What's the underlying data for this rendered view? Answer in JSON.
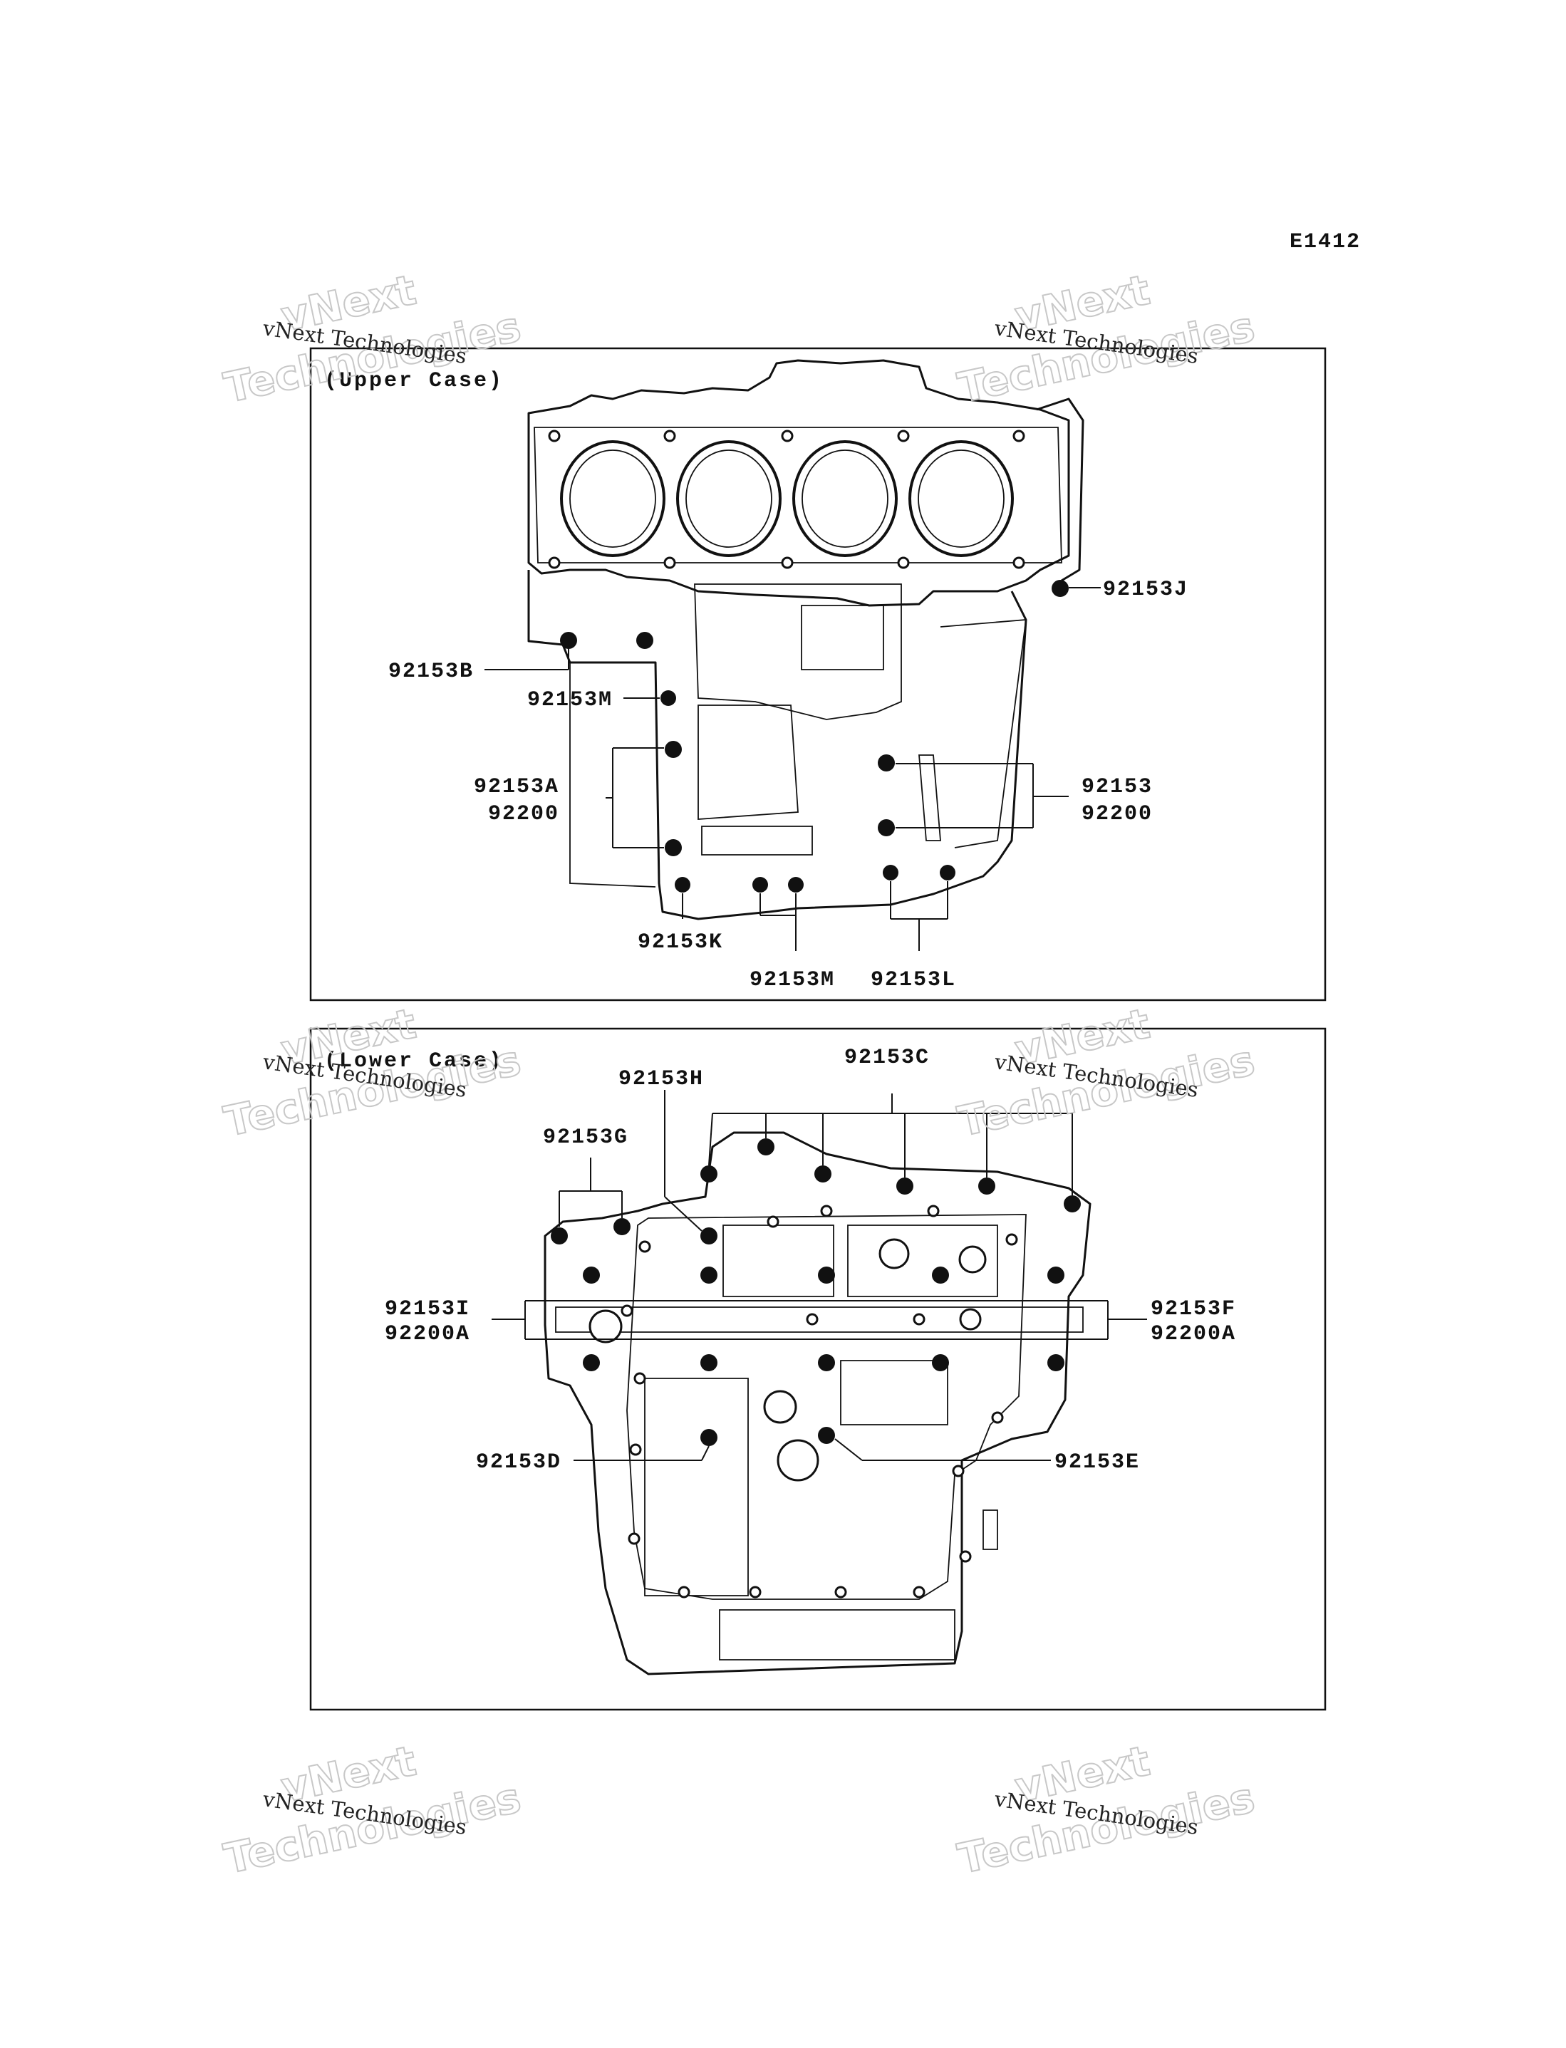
{
  "diagram_code": "E1412",
  "watermark": {
    "line1": "vNext Technologies",
    "big1": "vNext",
    "big2": "Technologies"
  },
  "upper_case": {
    "title": "(Upper Case)",
    "labels": {
      "l_92153J": "92153J",
      "l_92153B": "92153B",
      "l_92153M_a": "92153M",
      "l_92153A": "92153A",
      "l_92200_left": "92200",
      "l_92153": "92153",
      "l_92200_right": "92200",
      "l_92153K": "92153K",
      "l_92153M_b": "92153M",
      "l_92153L": "92153L"
    }
  },
  "lower_case": {
    "title": "(Lower Case)",
    "labels": {
      "l_92153C": "92153C",
      "l_92153H": "92153H",
      "l_92153G": "92153G",
      "l_92153I": "92153I",
      "l_92200A_left": "92200A",
      "l_92153F": "92153F",
      "l_92200A_right": "92200A",
      "l_92153D": "92153D",
      "l_92153E": "92153E"
    }
  }
}
